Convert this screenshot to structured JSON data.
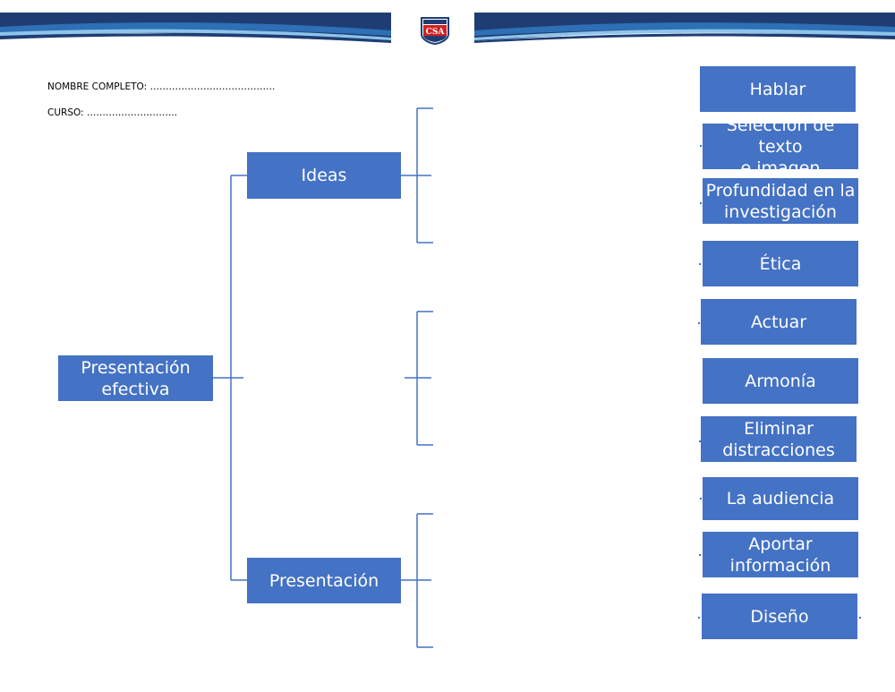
{
  "header": {
    "logo_text": "CSA",
    "colors": {
      "band_dark": "#1f3d73",
      "band_mid": "#2e6fb5",
      "band_light": "#8ec5ea"
    }
  },
  "form": {
    "name_label": "NOMBRE COMPLETO: ………………………………….",
    "course_label": "CURSO: ……………………….."
  },
  "diagram": {
    "root": "Presentación\nefectiva",
    "branch_ideas": "Ideas",
    "branch_presentation": "Presentación"
  },
  "options": [
    "Hablar",
    "Selección de texto\ne imagen",
    "Profundidad en la\ninvestigación",
    "Ética",
    "Actuar",
    "Armonía",
    "Eliminar\ndistracciones",
    "La audiencia",
    "Aportar\ninformación",
    "Diseño"
  ],
  "colors": {
    "box_fill": "#4472c4",
    "connector": "#4472c4",
    "box_text": "#ffffff"
  }
}
